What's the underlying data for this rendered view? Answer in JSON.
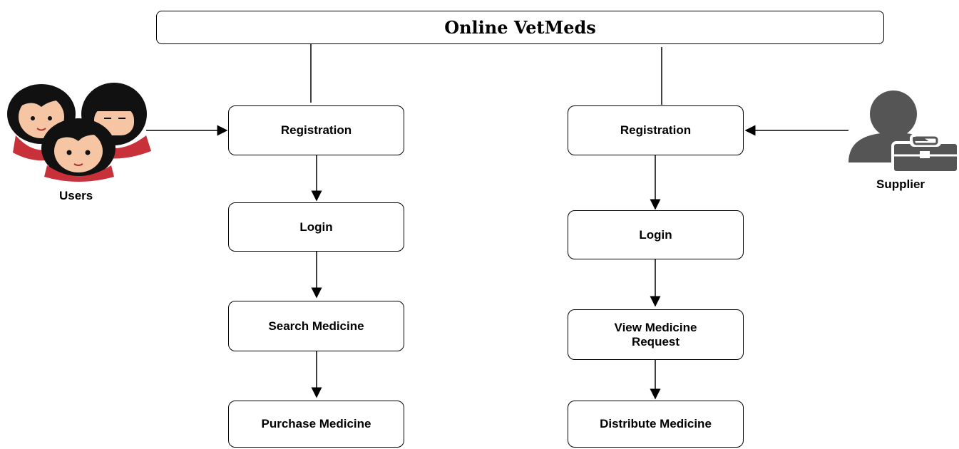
{
  "title": "Online VetMeds",
  "actors": {
    "users": {
      "label": "Users",
      "icon": "users-group-icon"
    },
    "supplier": {
      "label": "Supplier",
      "icon": "supplier-briefcase-icon"
    }
  },
  "user_flow": [
    "Registration",
    "Login",
    "Search Medicine",
    "Purchase Medicine"
  ],
  "supplier_flow": [
    "Registration",
    "Login",
    "View Medicine Request",
    "Distribute Medicine"
  ],
  "colors": {
    "stroke": "#000000",
    "hair": "#111111",
    "skin": "#f6c6a4",
    "shirt": "#c8313a",
    "supplier": "#555555"
  }
}
